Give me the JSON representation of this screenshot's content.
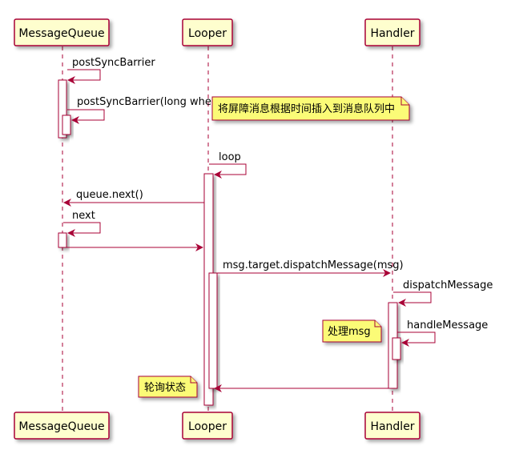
{
  "participants": {
    "mq": "MessageQueue",
    "looper": "Looper",
    "handler": "Handler"
  },
  "messages": {
    "m1": "postSyncBarrier",
    "m2": "postSyncBarrier(long when)",
    "m3": "loop",
    "m4": "queue.next()",
    "m5": "next",
    "m6": "",
    "m7": "msg.target.dispatchMessage(msg)",
    "m8": "dispatchMessage",
    "m9": "handleMessage",
    "m10": ""
  },
  "notes": {
    "n1": "将屏障消息根据时间插入到消息队列中",
    "n2": "处理msg",
    "n3": "轮询状态"
  },
  "colors": {
    "line": "#a80036",
    "participant_fill": "#fefece",
    "note_fill": "#fbfb77"
  }
}
